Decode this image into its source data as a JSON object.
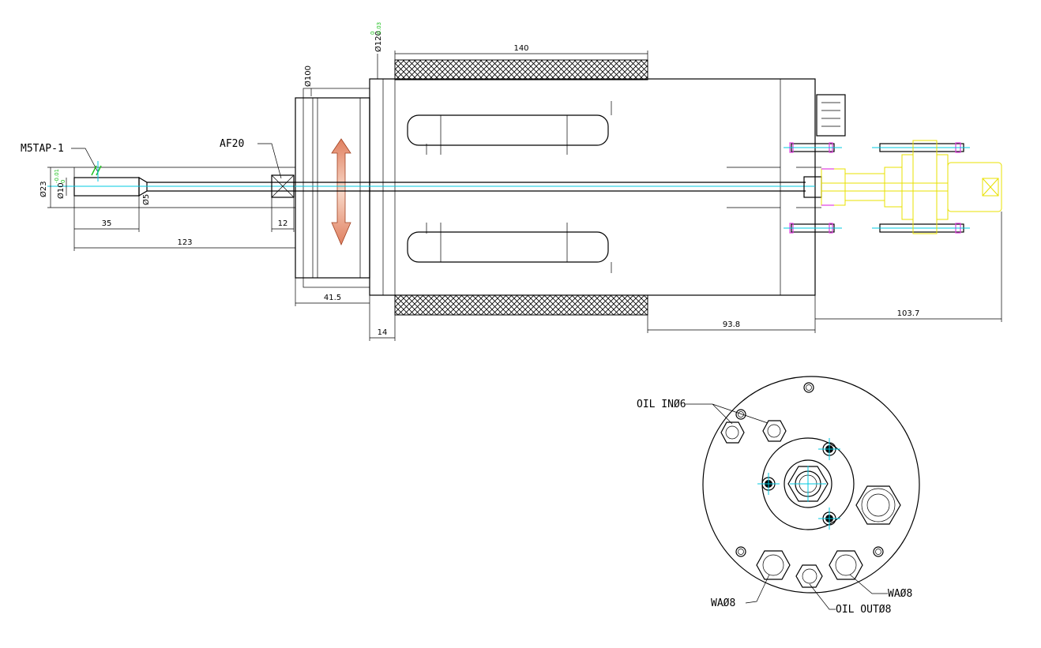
{
  "labels": {
    "m5tap": "M5TAP-1",
    "af20": "AF20",
    "oil_in": "OIL INØ6",
    "oil_out": "OIL OUTØ8",
    "wa_left": "WAØ8",
    "wa_right": "WAØ8"
  },
  "dims": {
    "d140": "140",
    "d100": "Ø100",
    "d120": "Ø120",
    "d120_tol_upper": "0",
    "d120_tol_lower": "-0.03",
    "d23": "Ø23",
    "d10": "Ø10",
    "d10_tol_upper": "-0.01",
    "d10_tol_lower": "0",
    "d5": "Ø5",
    "d35": "35",
    "d123": "123",
    "d12": "12",
    "d41_5": "41.5",
    "d14": "14",
    "d93_8": "93.8",
    "d103_7": "103.7"
  },
  "colors": {
    "line": "#000000",
    "centerline": "#00c8e0",
    "accessory": "#e8e000",
    "bolt_head": "#e040e0",
    "tolerance": "#20c020",
    "arrow_fill": "#f0a070"
  }
}
